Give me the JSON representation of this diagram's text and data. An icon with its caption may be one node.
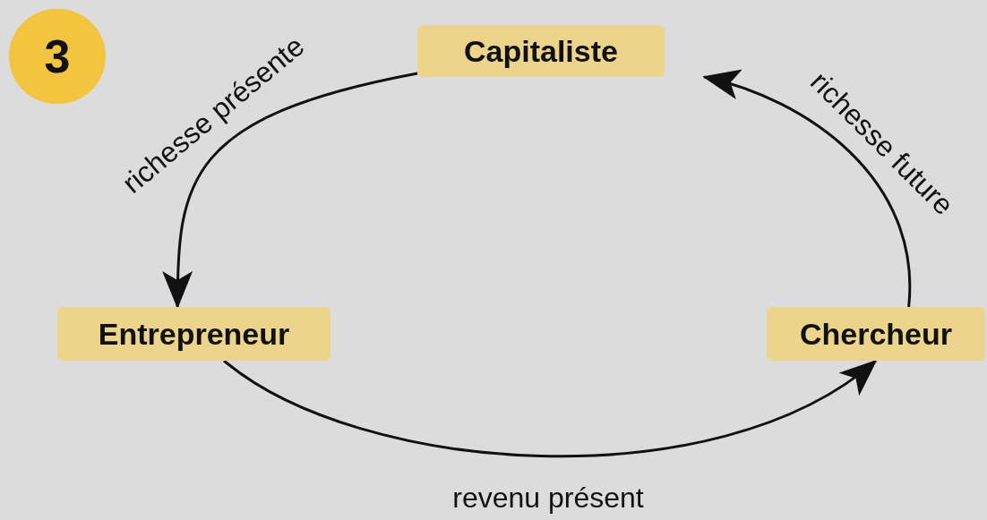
{
  "diagram": {
    "nodes": [
      {
        "text": [
          "3"
        ]
      },
      {
        "text": [
          "Capitaliste"
        ]
      },
      {
        "text": [
          "Entrepreneur"
        ]
      },
      {
        "text": [
          "Chercheur"
        ]
      }
    ],
    "edges": [
      {
        "from": 1,
        "to": 2,
        "arrow": "to",
        "label": "richesse présente"
      },
      {
        "from": 2,
        "to": 3,
        "arrow": "to",
        "label": "revenu présent"
      },
      {
        "from": 3,
        "to": 1,
        "arrow": "to",
        "label": "richesse future"
      }
    ]
  }
}
